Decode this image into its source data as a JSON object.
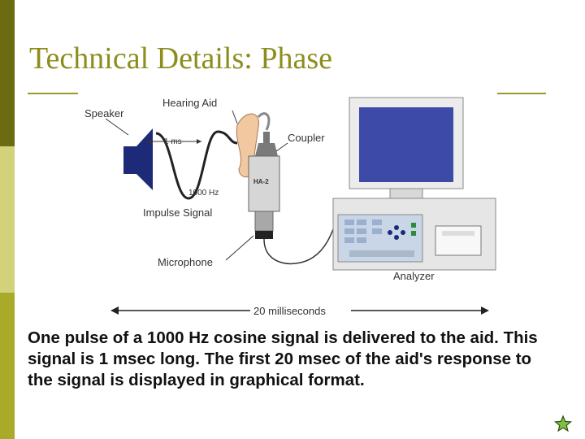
{
  "slide": {
    "title": "Technical Details: Phase",
    "caption": "One pulse of a 1000 Hz cosine signal is delivered to the aid.  This signal is 1 msec long.  The first 20 msec of the aid's response to the signal is displayed in graphical format."
  },
  "diagram": {
    "labels": {
      "speaker": "Speaker",
      "hearing_aid": "Hearing Aid",
      "coupler": "Coupler",
      "pulse_width": "1 ms",
      "frequency": "1000 Hz",
      "impulse_signal": "Impulse Signal",
      "microphone": "Microphone",
      "analyzer": "Analyzer",
      "coupler_model": "HA-2",
      "duration": "20 milliseconds"
    }
  },
  "colors": {
    "title": "#8d8d1e",
    "sidebar_top": "#6b6b12",
    "sidebar_middle": "#d2d27a",
    "sidebar_bottom": "#a9a92a",
    "speaker": "#1c2a78",
    "hearing_aid": "#f2c8a0",
    "analyzer_screen": "#3d4aa8",
    "star": "#7fc241"
  },
  "icons": [
    "star-icon",
    "speaker-icon",
    "hearing-aid-icon",
    "coupler-icon",
    "analyzer-icon",
    "printer-icon"
  ]
}
